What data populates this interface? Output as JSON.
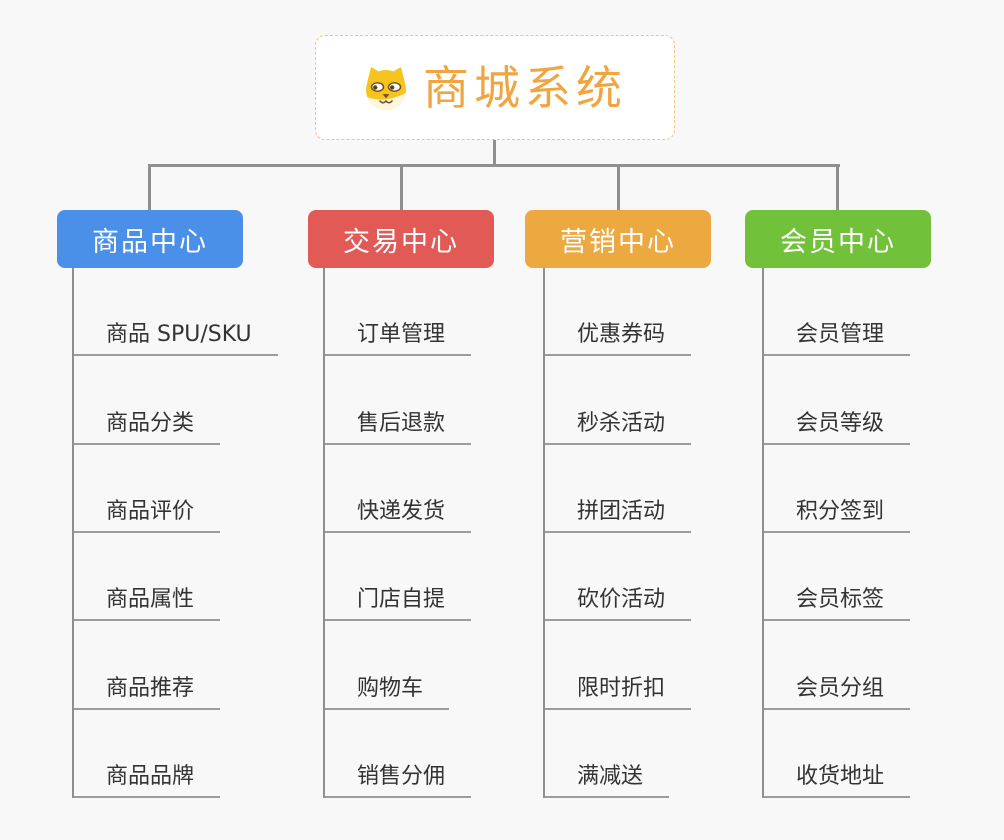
{
  "root": {
    "title": "商城系统",
    "title_color": "#F0A540",
    "border_color": "#F0C479",
    "icon": "dog-face-icon"
  },
  "branches": [
    {
      "label": "商品中心",
      "color": "#4A90E8",
      "items": [
        "商品 SPU/SKU",
        "商品分类",
        "商品评价",
        "商品属性",
        "商品推荐",
        "商品品牌"
      ]
    },
    {
      "label": "交易中心",
      "color": "#E25A56",
      "items": [
        "订单管理",
        "售后退款",
        "快递发货",
        "门店自提",
        "购物车",
        "销售分佣"
      ]
    },
    {
      "label": "营销中心",
      "color": "#EBA93F",
      "items": [
        "优惠券码",
        "秒杀活动",
        "拼团活动",
        "砍价活动",
        "限时折扣",
        "满减送"
      ]
    },
    {
      "label": "会员中心",
      "color": "#72C13B",
      "items": [
        "会员管理",
        "会员等级",
        "积分签到",
        "会员标签",
        "会员分组",
        "收货地址"
      ]
    }
  ],
  "connector_color": "#8f8f8f"
}
